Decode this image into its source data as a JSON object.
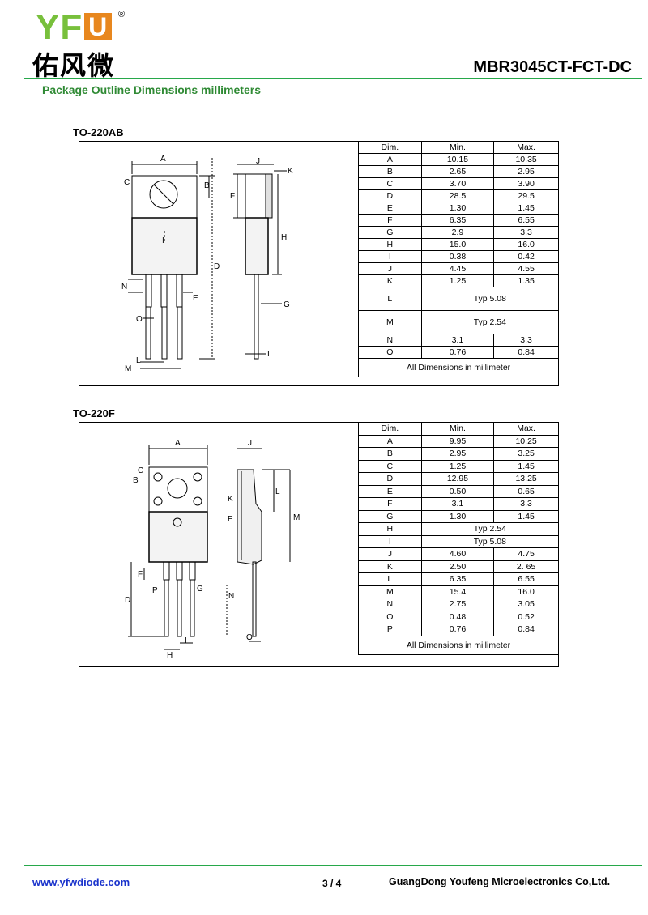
{
  "header": {
    "logo_latin": "YF",
    "logo_box": "U",
    "registered": "®",
    "logo_chinese": "佑风微",
    "part_number": "MBR3045CT-FCT-DC",
    "section_heading": "Package Outline Dimensions millimeters"
  },
  "colors": {
    "brand_green": "#78c03c",
    "brand_orange": "#e8871e",
    "rule_green": "#27a84a"
  },
  "to220ab": {
    "title": "TO-220AB",
    "headers": [
      "Dim.",
      "Min.",
      "Max."
    ],
    "rows": [
      [
        "A",
        "10.15",
        "10.35"
      ],
      [
        "B",
        "2.65",
        "2.95"
      ],
      [
        "C",
        "3.70",
        "3.90"
      ],
      [
        "D",
        "28.5",
        "29.5"
      ],
      [
        "E",
        "1.30",
        "1.45"
      ],
      [
        "F",
        "6.35",
        "6.55"
      ],
      [
        "G",
        "2.9",
        "3.3"
      ],
      [
        "H",
        "15.0",
        "16.0"
      ],
      [
        "I",
        "0.38",
        "0.42"
      ],
      [
        "J",
        "4.45",
        "4.55"
      ],
      [
        "K",
        "1.25",
        "1.35"
      ],
      [
        "L",
        "Typ 5.08",
        ""
      ],
      [
        "M",
        "Typ 2.54",
        ""
      ],
      [
        "N",
        "3.1",
        "3.3"
      ],
      [
        "O",
        "0.76",
        "0.84"
      ]
    ],
    "note": "All Dimensions in millimeter"
  },
  "to220f": {
    "title": "TO-220F",
    "headers": [
      "Dim.",
      "Min.",
      "Max."
    ],
    "rows": [
      [
        "A",
        "9.95",
        "10.25"
      ],
      [
        "B",
        "2.95",
        "3.25"
      ],
      [
        "C",
        "1.25",
        "1.45"
      ],
      [
        "D",
        "12.95",
        "13.25"
      ],
      [
        "E",
        "0.50",
        "0.65"
      ],
      [
        "F",
        "3.1",
        "3.3"
      ],
      [
        "G",
        "1.30",
        "1.45"
      ],
      [
        "H",
        "Typ 2.54",
        ""
      ],
      [
        "I",
        "Typ 5.08",
        ""
      ],
      [
        "J",
        "4.60",
        "4.75"
      ],
      [
        "K",
        "2.50",
        "2. 65"
      ],
      [
        "L",
        "6.35",
        "6.55"
      ],
      [
        "M",
        "15.4",
        "16.0"
      ],
      [
        "N",
        "2.75",
        "3.05"
      ],
      [
        "O",
        "0.48",
        "0.52"
      ],
      [
        "P",
        "0.76",
        "0.84"
      ]
    ],
    "note": "All Dimensions in millimeter"
  },
  "footer": {
    "website": "www.yfwdiode.com",
    "page": "3 / 4",
    "company": "GuangDong Youfeng Microelectronics Co,Ltd."
  }
}
